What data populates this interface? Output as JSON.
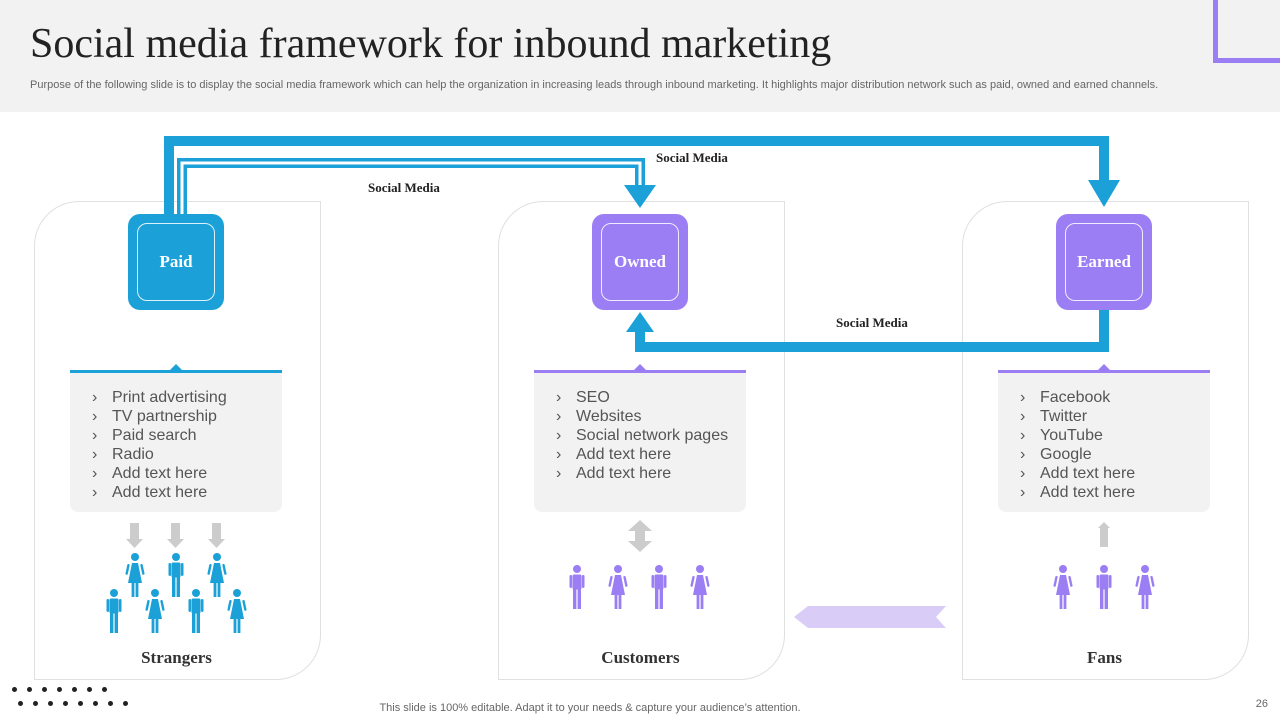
{
  "header": {
    "title": "Social media framework for inbound marketing",
    "subtitle": "Purpose of the following slide is to display the social media framework which can help the organization in increasing leads through inbound marketing. It highlights major distribution network such as paid, owned and earned channels."
  },
  "colors": {
    "blue": "#1ba1d8",
    "purple": "#9b7ef4",
    "gray_box": "#f2f2f2",
    "light_purple": "#d9cdf7"
  },
  "flow_labels": {
    "top": "Social Media",
    "middle": "Social Media",
    "lower": "Social Media"
  },
  "columns": [
    {
      "channel": "Paid",
      "items": [
        "Print advertising",
        "TV partnership",
        "Paid search",
        "Radio",
        "Add text here",
        "Add text here"
      ],
      "audience": "Strangers"
    },
    {
      "channel": "Owned",
      "items": [
        "SEO",
        "Websites",
        "Social network pages",
        "Add text here",
        "Add text here"
      ],
      "audience": "Customers"
    },
    {
      "channel": "Earned",
      "items": [
        "Facebook",
        "Twitter",
        "YouTube",
        "Google",
        "Add text here",
        "Add text here"
      ],
      "audience": "Fans"
    }
  ],
  "list_bullet": "›",
  "footer": {
    "note": "This slide is 100% editable. Adapt it to your needs & capture your audience’s attention.",
    "page_number": "26"
  }
}
